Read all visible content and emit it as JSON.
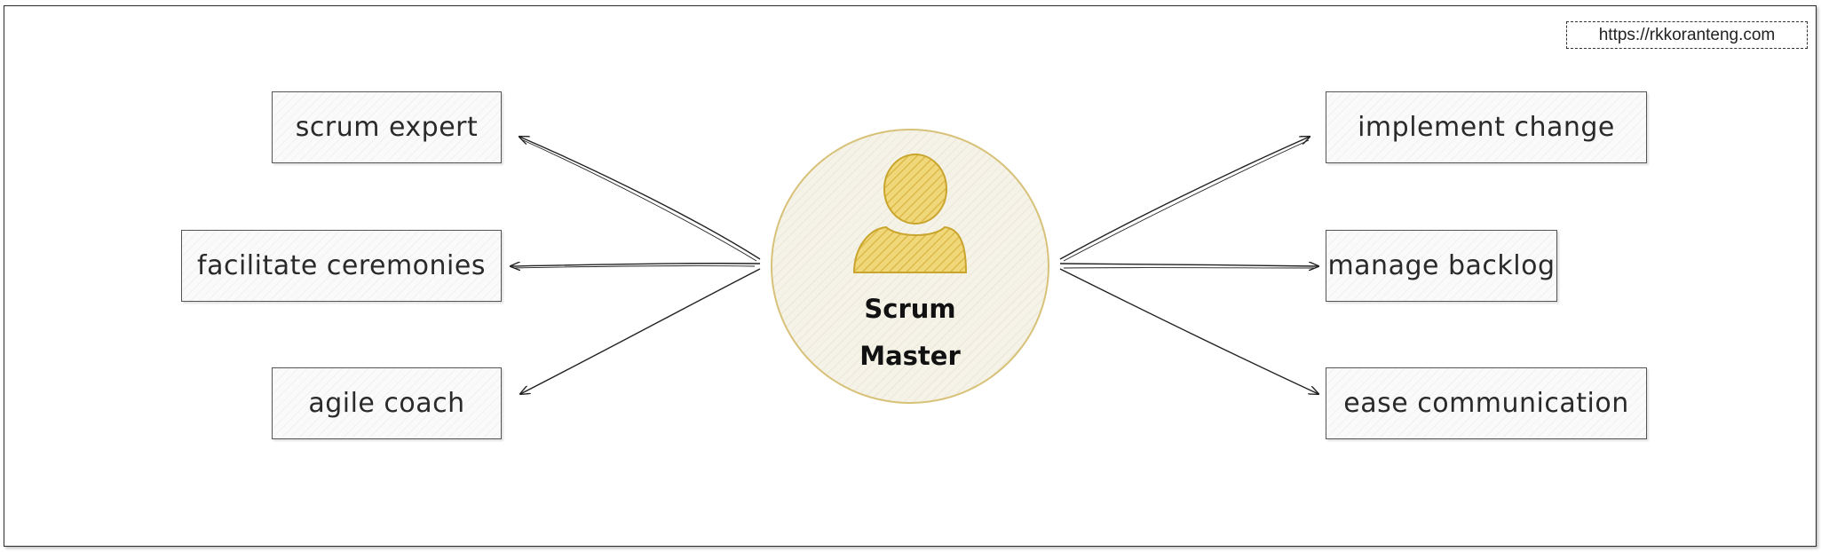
{
  "url_tag": "https://rkkoranteng.com",
  "hub": {
    "title": "Scrum Master",
    "icon": "person-icon",
    "fill_color": "#f0eee2",
    "accent_color": "#e2c14a"
  },
  "left_roles": [
    {
      "label": "scrum expert"
    },
    {
      "label": "facilitate ceremonies"
    },
    {
      "label": "agile coach"
    }
  ],
  "right_roles": [
    {
      "label": "implement change"
    },
    {
      "label": "manage backlog"
    },
    {
      "label": "ease communication"
    }
  ],
  "line_color": "#222222"
}
